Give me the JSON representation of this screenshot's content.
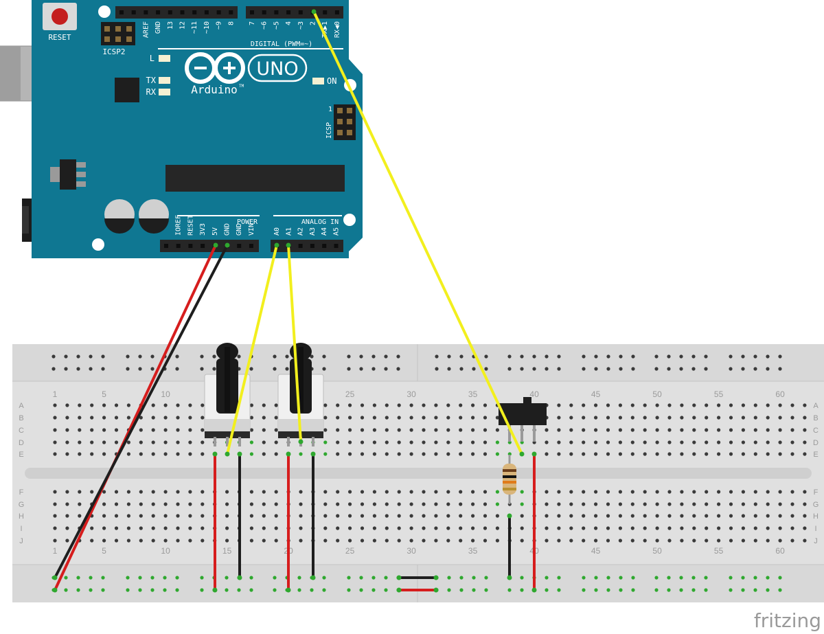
{
  "arduino": {
    "reset_label": "RESET",
    "icsp2_label": "ICSP2",
    "icsp_label": "ICSP",
    "icsp_pin1": "1",
    "digital_header_title": "DIGITAL (PWM=~)",
    "digital_pins": [
      "AREF",
      "GND",
      "13",
      "12",
      "~11",
      "~10",
      "~9",
      "8",
      "7",
      "~6",
      "~5",
      "4",
      "~3",
      "2",
      "TX▶1",
      "RX◀0"
    ],
    "led_l_label": "L",
    "led_tx_label": "TX",
    "led_rx_label": "RX",
    "led_on_label": "ON",
    "logo_text": "Arduino",
    "logo_tm": "TM",
    "model_label": "UNO",
    "power_header_title": "POWER",
    "power_pins": [
      "IOREF",
      "RESET",
      "3V3",
      "5V",
      "GND",
      "GND",
      "VIN"
    ],
    "analog_header_title": "ANALOG IN",
    "analog_pins": [
      "A0",
      "A1",
      "A2",
      "A3",
      "A4",
      "A5"
    ]
  },
  "breadboard": {
    "row_letters_top": [
      "A",
      "B",
      "C",
      "D",
      "E"
    ],
    "row_letters_bottom": [
      "F",
      "G",
      "H",
      "I",
      "J"
    ],
    "column_numbers": [
      "1",
      "5",
      "10",
      "15",
      "20",
      "25",
      "30",
      "35",
      "40",
      "45",
      "50",
      "55",
      "60"
    ]
  },
  "wire_colors": {
    "power": "#d61d1d",
    "ground": "#1e1e1e",
    "signal": "#f2ef1e"
  },
  "board_colors": {
    "arduino": "#0f7792",
    "breadboard": "#e0e0e0",
    "hole": "#3a3a3a",
    "connected_hole": "#2fa82f"
  },
  "components": {
    "potentiometers": 2,
    "switches": 1,
    "resistors": 1
  },
  "footer": {
    "watermark": "fritzing"
  }
}
